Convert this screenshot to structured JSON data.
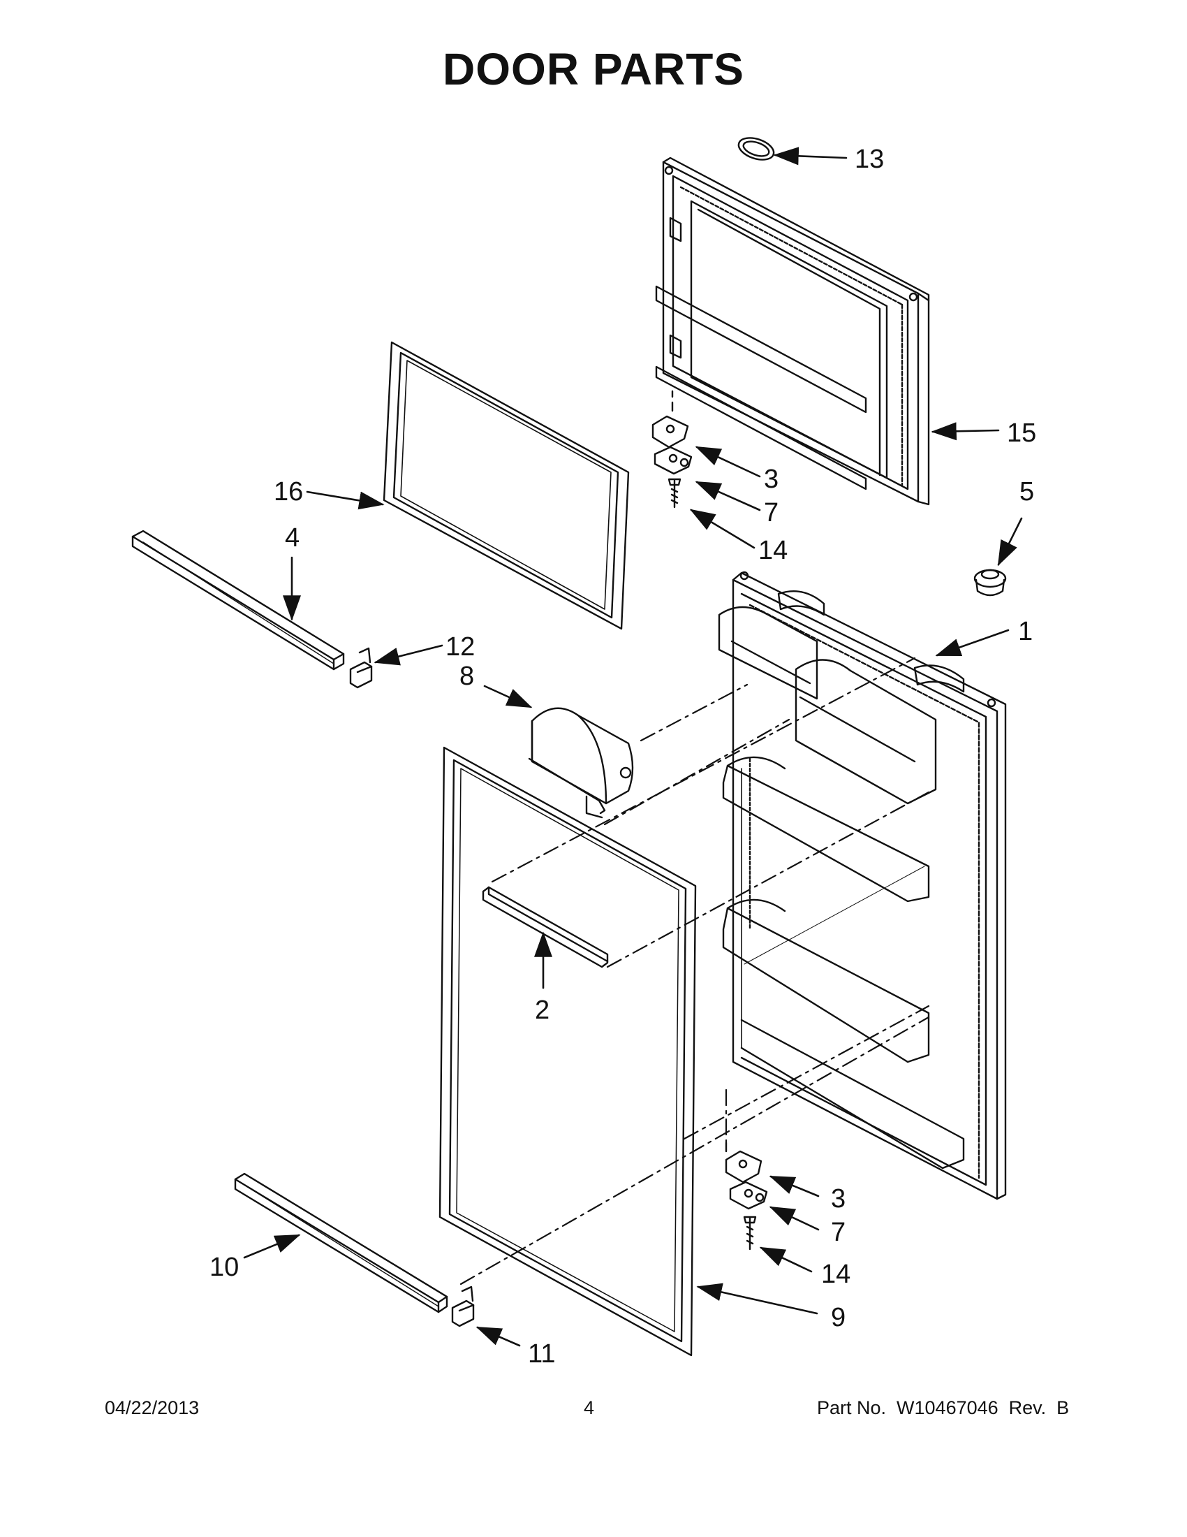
{
  "page": {
    "title": "DOOR PARTS"
  },
  "footer": {
    "date": "04/22/2013",
    "page_number": "4",
    "part_no": "Part No.  W10467046  Rev.  B"
  },
  "callouts": [
    {
      "id": "c13",
      "label": "13",
      "part": "gasket-ring"
    },
    {
      "id": "c15",
      "label": "15",
      "part": "freezer-door"
    },
    {
      "id": "c3a",
      "label": "3",
      "part": "hinge-upper"
    },
    {
      "id": "c7a",
      "label": "7",
      "part": "hinge-upper"
    },
    {
      "id": "c14a",
      "label": "14",
      "part": "hinge-screw-upper"
    },
    {
      "id": "c5",
      "label": "5",
      "part": "plug-button"
    },
    {
      "id": "c16",
      "label": "16",
      "part": "freezer-gasket"
    },
    {
      "id": "c4",
      "label": "4",
      "part": "freezer-handle-trim"
    },
    {
      "id": "c12",
      "label": "12",
      "part": "end-cap-upper"
    },
    {
      "id": "c1",
      "label": "1",
      "part": "refrigerator-door"
    },
    {
      "id": "c8",
      "label": "8",
      "part": "dairy-door-bin"
    },
    {
      "id": "c2",
      "label": "2",
      "part": "gasket-trim"
    },
    {
      "id": "c3b",
      "label": "3",
      "part": "hinge-lower"
    },
    {
      "id": "c7b",
      "label": "7",
      "part": "hinge-lower"
    },
    {
      "id": "c14b",
      "label": "14",
      "part": "hinge-screw-lower"
    },
    {
      "id": "c10",
      "label": "10",
      "part": "fresh-food-handle-trim"
    },
    {
      "id": "c9",
      "label": "9",
      "part": "fresh-food-gasket"
    },
    {
      "id": "c11",
      "label": "11",
      "part": "end-cap-lower"
    }
  ]
}
